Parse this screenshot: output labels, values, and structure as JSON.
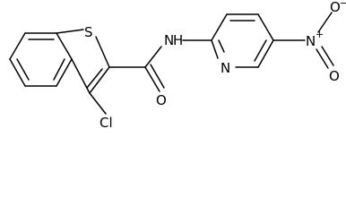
{
  "structure": {
    "atoms": {
      "sulfur": "S",
      "chlorine": "Cl",
      "amide_oxygen": "O",
      "amide_nitrogen": "N",
      "amide_hydrogen": "H",
      "pyridine_nitrogen": "N",
      "nitro_nitrogen": "N",
      "nitro_plus": "+",
      "nitro_oxygen_upper": "O",
      "nitro_oxygen_upper_minus": "−",
      "nitro_oxygen_lower": "O"
    },
    "colors": {
      "bond": "#000000",
      "text": "#000000",
      "background": "#ffffff"
    }
  }
}
